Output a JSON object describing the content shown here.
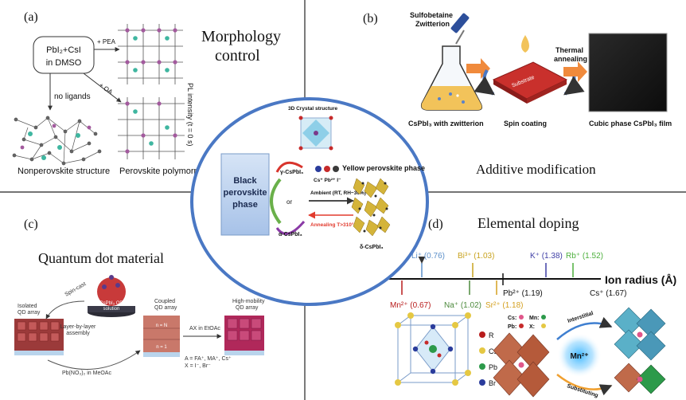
{
  "panels": {
    "a": {
      "label": "(a)",
      "title_line1": "Morphology",
      "title_line2": "control",
      "precursor_line1": "PbI₂+CsI",
      "precursor_line2": "in DMSO",
      "pea": "+ PEA",
      "oa": "+ OA",
      "no_ligands": "no ligands",
      "axis": "PL intensity (t = 0 s)",
      "nonperovskite": "Nonperovskite structure",
      "perovskite": "Perovskite polymorphs"
    },
    "b": {
      "label": "(b)",
      "zwitterion_line1": "Sulfobetaine",
      "zwitterion_line2": "Zwitterion",
      "thermal_line1": "Thermal",
      "thermal_line2": "annealing",
      "substrate": "Substrate",
      "cap_flask": "CsPbI₃ with zwitterion",
      "cap_spin": "Spin coating",
      "cap_film": "Cubic phase CsPbI₃ film",
      "title": "Additive modification"
    },
    "c": {
      "label": "(c)",
      "title": "Quantum dot material",
      "solution_line1": "CsPbI₃ QD",
      "solution_line2": "solution",
      "spin_cast": "Spin-cast",
      "isolated_line1": "Isolated",
      "isolated_line2": "QD array",
      "coupled_line1": "Coupled",
      "coupled_line2": "QD array",
      "mobility_line1": "High-mobility",
      "mobility_line2": "QD array",
      "layer_line1": "Layer-by-layer",
      "layer_line2": "assembly",
      "ax": "AX in EtOAc",
      "pbno3": "Pb(NO₃)₂ in MeOAc",
      "a_ions": "A = FA⁺, MA⁺, Cs⁺",
      "x_ions": "X = I⁻, Br⁻",
      "n": "n = N",
      "n1": "n = 1"
    },
    "d": {
      "label": "(d)",
      "title": "Elemental doping",
      "axis_label": "Ion radius (Å)",
      "ions_above": [
        {
          "text": "Li⁺ (0.76)",
          "color": "#5b8fc9"
        },
        {
          "text": "Bi³⁺ (1.03)",
          "color": "#c8a21e"
        },
        {
          "text": "K⁺ (1.38)",
          "color": "#3f3fa6"
        },
        {
          "text": "Rb⁺ (1.52)",
          "color": "#4caf3c"
        }
      ],
      "ions_below": [
        {
          "text": "Mn²⁺ (0.67)",
          "color": "#b81c1c"
        },
        {
          "text": "Na⁺ (1.02)",
          "color": "#4c8a3c"
        },
        {
          "text": "Sr²⁺ (1.18)",
          "color": "#d4a020"
        }
      ],
      "pb": "Pb²⁺ (1.19)",
      "cs": "Cs⁺ (1.67)",
      "legend": [
        "R",
        "Cs",
        "Pb",
        "Br"
      ],
      "key_cs": "Cs:",
      "key_mn": "Mn:",
      "key_pb": "Pb:",
      "key_x": "X:",
      "mn_center": "Mn²⁺",
      "interstitial": "Interstitial",
      "substituting": "Substituting"
    },
    "center": {
      "crystal": "3D Crystal structure",
      "black_line1": "Black",
      "black_line2": "perovskite",
      "black_line3": "phase",
      "gamma": "γ-CsPbI₃",
      "or": "or",
      "alpha": "α-CsPbI₃",
      "ions": "Cs⁺  Pb²⁺  I⁻",
      "yellow": "Yellow perovskite phase",
      "ambient": "Ambient (RT, RH~30%)",
      "annealing": "Annealing T>310°C",
      "delta": "δ-CsPbI₃"
    }
  },
  "colors": {
    "blue_box": "#bcd3ef",
    "ring": "#4a78c4",
    "red_arrow": "#e23b2e",
    "orange_arrow": "#f08a3c",
    "substrate": "#c9302c"
  }
}
